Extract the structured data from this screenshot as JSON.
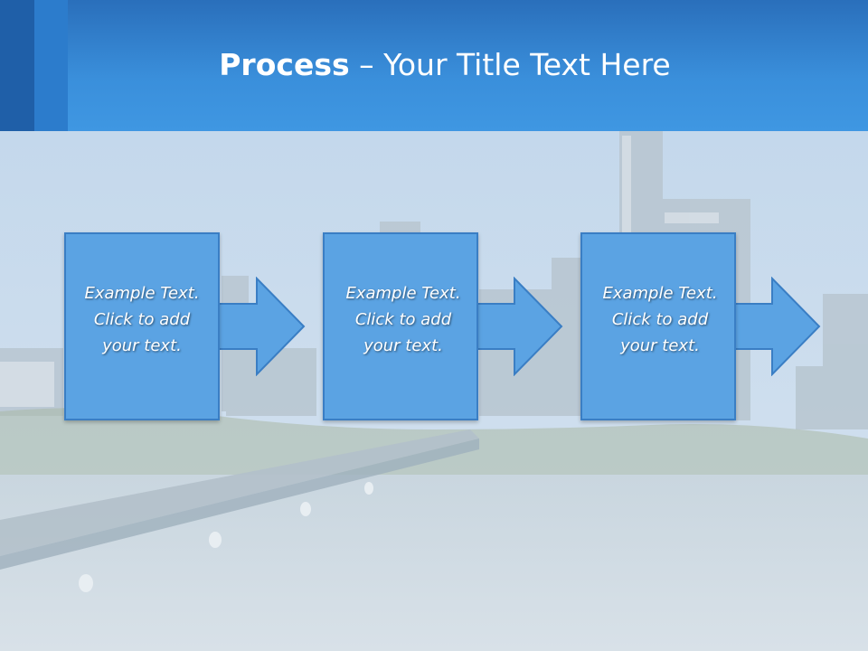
{
  "slide": {
    "title_bold": "Process",
    "title_rest": " – Your Title Text Here"
  },
  "steps": [
    {
      "line1": "Example Text.",
      "line2": "Click  to add",
      "line3": "your text."
    },
    {
      "line1": "Example Text.",
      "line2": "Click  to add",
      "line3": "your text."
    },
    {
      "line1": "Example Text.",
      "line2": "Click  to add",
      "line3": "your text."
    }
  ],
  "colors": {
    "title_bar": "#3a8fdb",
    "step_fill": "#5ba3e3",
    "step_border": "#3a7ec4"
  }
}
